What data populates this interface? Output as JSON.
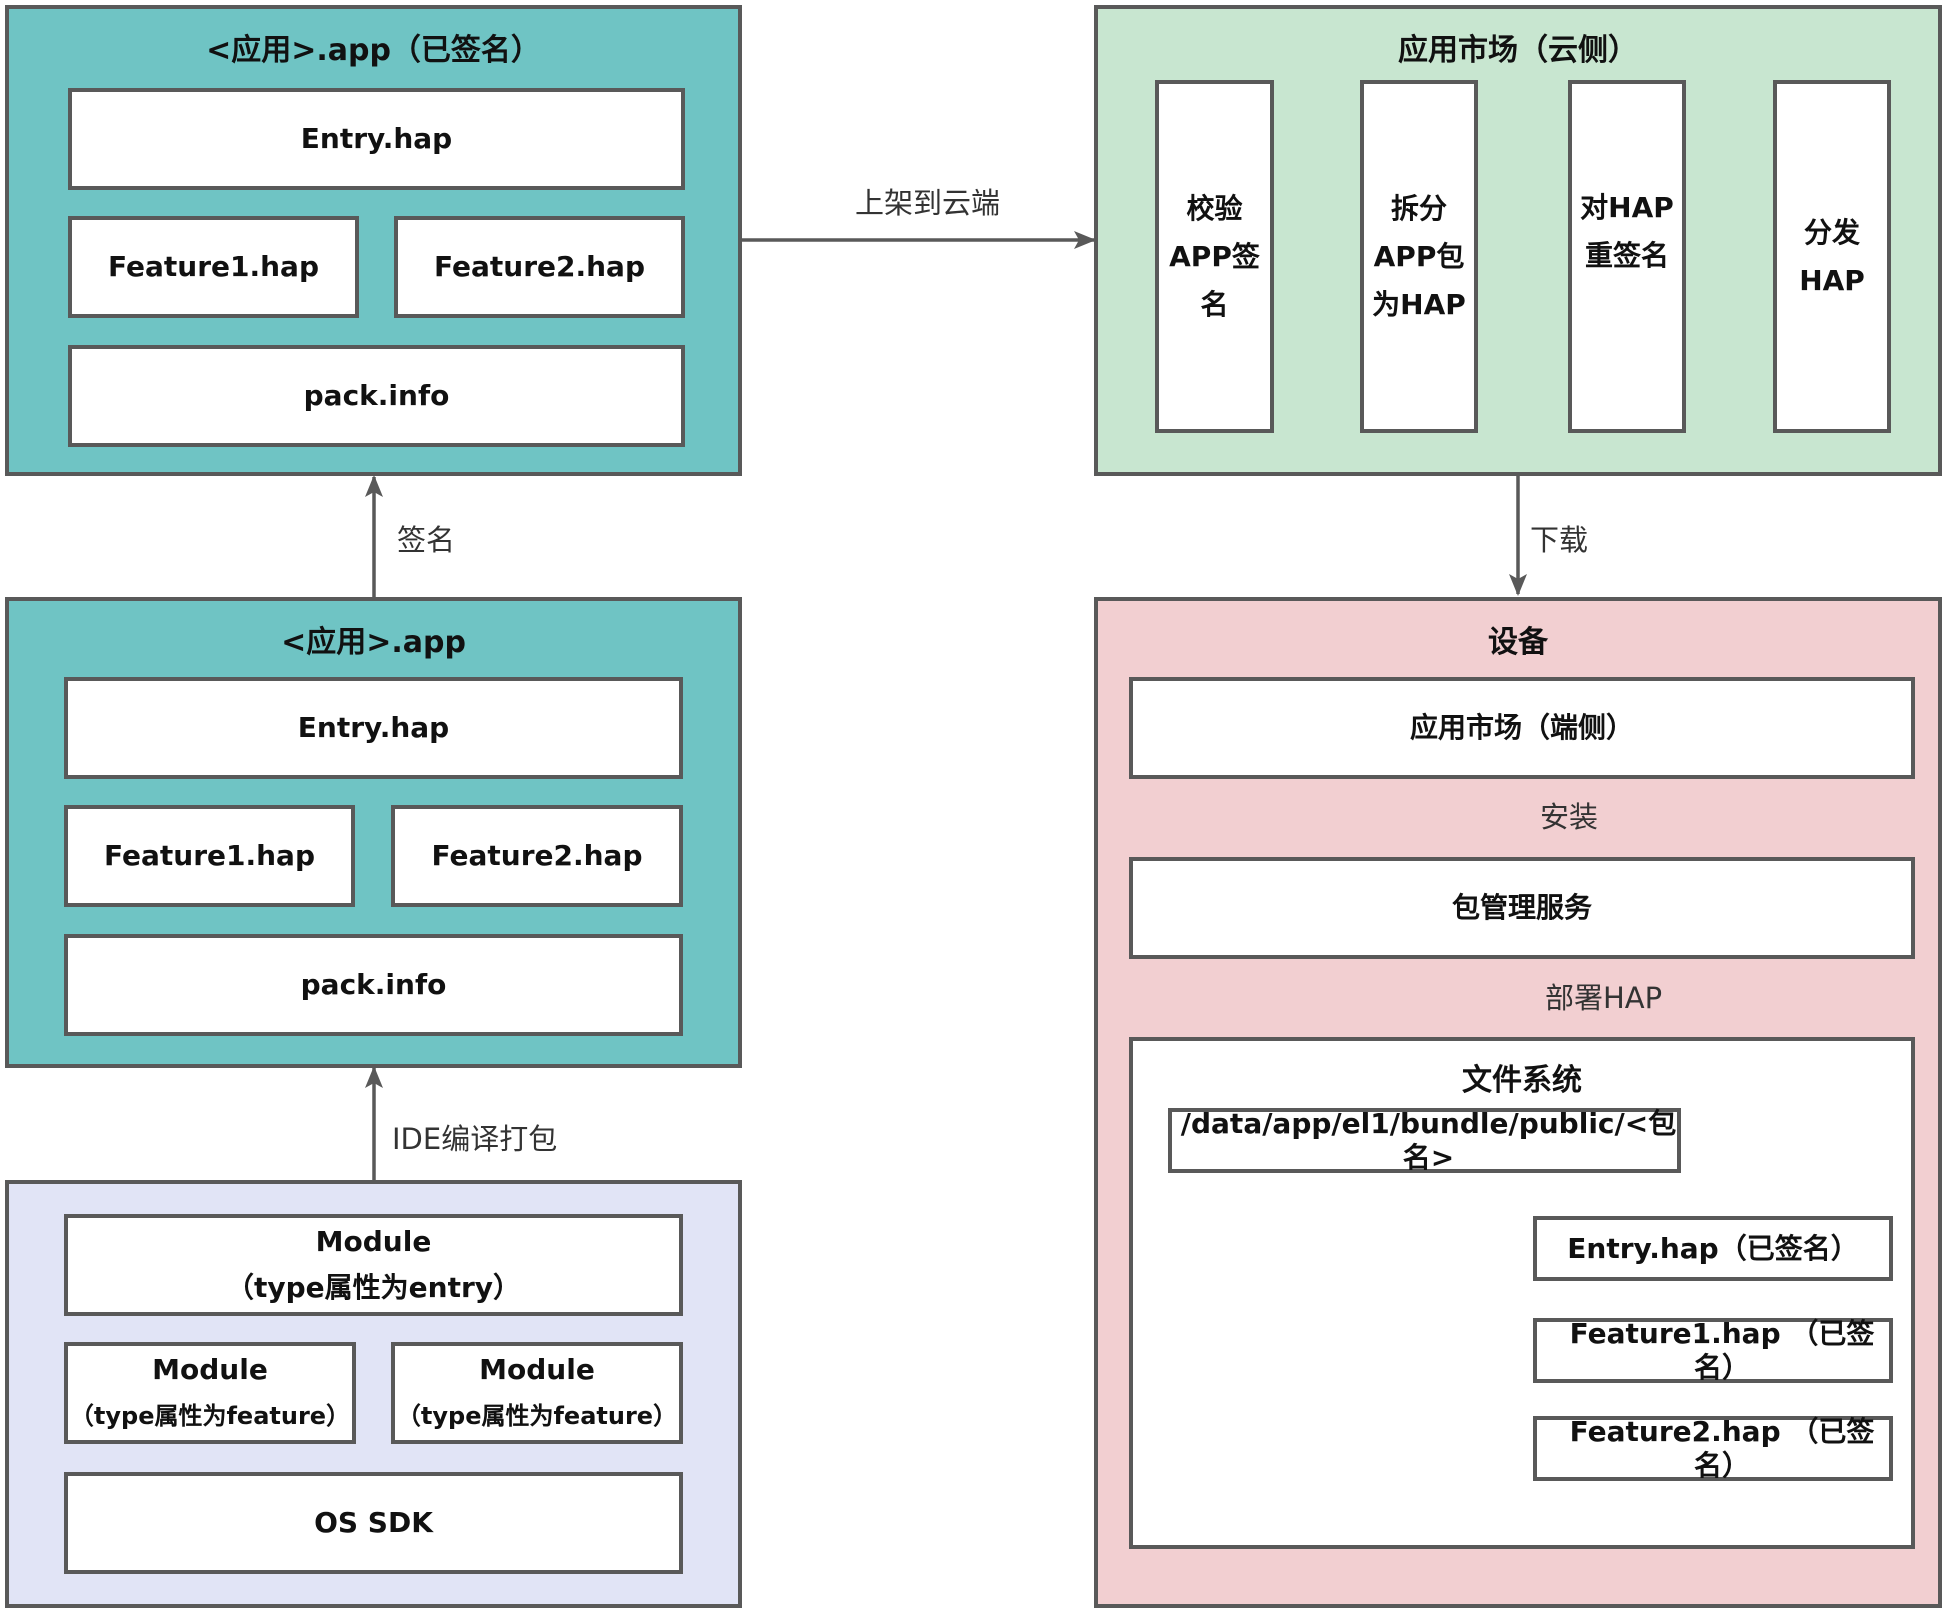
{
  "colors": {
    "teal": "#6fc4c4",
    "green": "#c8e6d0",
    "pink": "#f2cfd1",
    "lavender": "#e1e4f6",
    "border": "#595959",
    "arrow": "#595959"
  },
  "signed_app": {
    "title": "<应用>.app（已签名）",
    "entry": "Entry.hap",
    "feature1": "Feature1.hap",
    "feature2": "Feature2.hap",
    "pack": "pack.info"
  },
  "app": {
    "title": "<应用>.app",
    "entry": "Entry.hap",
    "feature1": "Feature1.hap",
    "feature2": "Feature2.hap",
    "pack": "pack.info"
  },
  "source": {
    "module_entry_line1": "Module",
    "module_entry_line2": "（type属性为entry）",
    "module_f1_line1": "Module",
    "module_f1_line2": "（type属性为feature）",
    "module_f2_line1": "Module",
    "module_f2_line2": "（type属性为feature）",
    "sdk": "OS SDK"
  },
  "market": {
    "title": "应用市场（云侧）",
    "step1": [
      "校验",
      "APP签",
      "名"
    ],
    "step2": [
      "拆分",
      "APP包",
      "为HAP"
    ],
    "step3": [
      "对HAP",
      "重签名"
    ],
    "step4": [
      "分发",
      "HAP"
    ]
  },
  "device": {
    "title": "设备",
    "market_client": "应用市场（端侧）",
    "bms": "包管理服务",
    "fs_title": "文件系统",
    "path": "/data/app/el1/bundle/public/<包名>",
    "files": [
      "Entry.hap（已签名）",
      "Feature1.hap （已签名）",
      "Feature2.hap （已签名）"
    ]
  },
  "edges": {
    "upload": "上架到云端",
    "sign": "签名",
    "compile": "IDE编译打包",
    "download": "下载",
    "install": "安装",
    "deploy": "部署HAP"
  }
}
